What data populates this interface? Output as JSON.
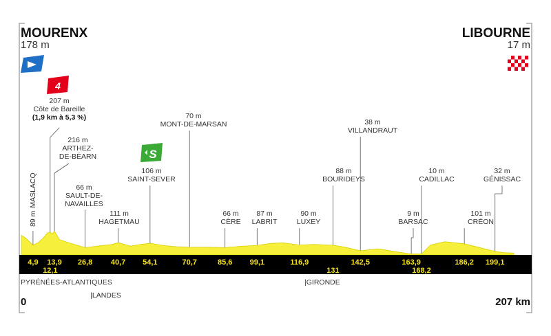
{
  "chart_data": {
    "type": "area",
    "title": "",
    "xlabel": "",
    "ylabel": "",
    "x_unit": "km",
    "y_unit": "m",
    "xlim": [
      0,
      207
    ],
    "start": {
      "name": "MOURENX",
      "altitude": "178 m",
      "km": "0"
    },
    "finish": {
      "name": "LIBOURNE",
      "altitude": "17 m",
      "km": "207 km"
    },
    "profile": [
      {
        "km": 0,
        "alt": 178
      },
      {
        "km": 2,
        "alt": 150
      },
      {
        "km": 4.9,
        "alt": 89
      },
      {
        "km": 7,
        "alt": 110
      },
      {
        "km": 9,
        "alt": 150
      },
      {
        "km": 11,
        "alt": 200
      },
      {
        "km": 12.1,
        "alt": 207
      },
      {
        "km": 13,
        "alt": 190
      },
      {
        "km": 13.9,
        "alt": 216
      },
      {
        "km": 16,
        "alt": 140
      },
      {
        "km": 20,
        "alt": 110
      },
      {
        "km": 26.8,
        "alt": 66
      },
      {
        "km": 32,
        "alt": 80
      },
      {
        "km": 38,
        "alt": 95
      },
      {
        "km": 40.7,
        "alt": 111
      },
      {
        "km": 46,
        "alt": 80
      },
      {
        "km": 50,
        "alt": 95
      },
      {
        "km": 54.1,
        "alt": 106
      },
      {
        "km": 60,
        "alt": 85
      },
      {
        "km": 65,
        "alt": 75
      },
      {
        "km": 70.7,
        "alt": 70
      },
      {
        "km": 78,
        "alt": 70
      },
      {
        "km": 85.6,
        "alt": 66
      },
      {
        "km": 92,
        "alt": 78
      },
      {
        "km": 99.1,
        "alt": 87
      },
      {
        "km": 105,
        "alt": 105
      },
      {
        "km": 110,
        "alt": 110
      },
      {
        "km": 116.9,
        "alt": 90
      },
      {
        "km": 123,
        "alt": 95
      },
      {
        "km": 131,
        "alt": 88
      },
      {
        "km": 136,
        "alt": 70
      },
      {
        "km": 142.5,
        "alt": 38
      },
      {
        "km": 150,
        "alt": 55
      },
      {
        "km": 157,
        "alt": 30
      },
      {
        "km": 163.9,
        "alt": 9
      },
      {
        "km": 168.2,
        "alt": 10
      },
      {
        "km": 172,
        "alt": 90
      },
      {
        "km": 178,
        "alt": 120
      },
      {
        "km": 186.2,
        "alt": 101
      },
      {
        "km": 192,
        "alt": 70
      },
      {
        "km": 199.1,
        "alt": 32
      },
      {
        "km": 203,
        "alt": 20
      },
      {
        "km": 207,
        "alt": 17
      }
    ],
    "waypoints": [
      {
        "name": "MASLACQ",
        "alt": "89 m",
        "km": 4.9,
        "km_label": "4,9"
      },
      {
        "name": "Côte de Bareille",
        "alt": "207 m",
        "km": 12.1,
        "km_label": "12,1",
        "note": "(1,9 km à 5,3 %)",
        "climb_category": "4"
      },
      {
        "name": "ARTHEZ-\nDE-BÉARN",
        "alt": "216 m",
        "km": 13.9,
        "km_label": "13,9"
      },
      {
        "name": "SAULT-DE-\nNAVAILLES",
        "alt": "66 m",
        "km": 26.8,
        "km_label": "26,8"
      },
      {
        "name": "HAGETMAU",
        "alt": "111 m",
        "km": 40.7,
        "km_label": "40,7"
      },
      {
        "name": "SAINT-SEVER",
        "alt": "106 m",
        "km": 54.1,
        "km_label": "54,1",
        "sprint_label": "S"
      },
      {
        "name": "MONT-DE-MARSAN",
        "alt": "70 m",
        "km": 70.7,
        "km_label": "70,7"
      },
      {
        "name": "CÈRE",
        "alt": "66 m",
        "km": 85.6,
        "km_label": "85,6"
      },
      {
        "name": "LABRIT",
        "alt": "87 m",
        "km": 99.1,
        "km_label": "99,1"
      },
      {
        "name": "LUXEY",
        "alt": "90 m",
        "km": 116.9,
        "km_label": "116,9"
      },
      {
        "name": "BOURIDEYS",
        "alt": "88 m",
        "km": 131,
        "km_label": "131"
      },
      {
        "name": "VILLANDRAUT",
        "alt": "38 m",
        "km": 142.5,
        "km_label": "142,5"
      },
      {
        "name": "BARSAC",
        "alt": "9 m",
        "km": 163.9,
        "km_label": "163,9"
      },
      {
        "name": "CADILLAC",
        "alt": "10 m",
        "km": 168.2,
        "km_label": "168,2"
      },
      {
        "name": "CRÉON",
        "alt": "101 m",
        "km": 186.2,
        "km_label": "186,2"
      },
      {
        "name": "GÉNISSAC",
        "alt": "32 m",
        "km": 199.1,
        "km_label": "199,1"
      }
    ],
    "departments": [
      {
        "name": "PYRÉNÉES-ATLANTIQUES",
        "km": 0
      },
      {
        "name": "|LANDES",
        "km": 29
      },
      {
        "name": "|GIRONDE",
        "km": 119
      }
    ],
    "colors": {
      "profile_fill": "#f6ef3c",
      "profile_stroke": "#d9d000",
      "band": "#000000",
      "km_text": "#f6e31e",
      "start_flag": "#1f6fc6",
      "climb_badge": "#e3001b",
      "sprint_badge": "#3aa935"
    }
  }
}
